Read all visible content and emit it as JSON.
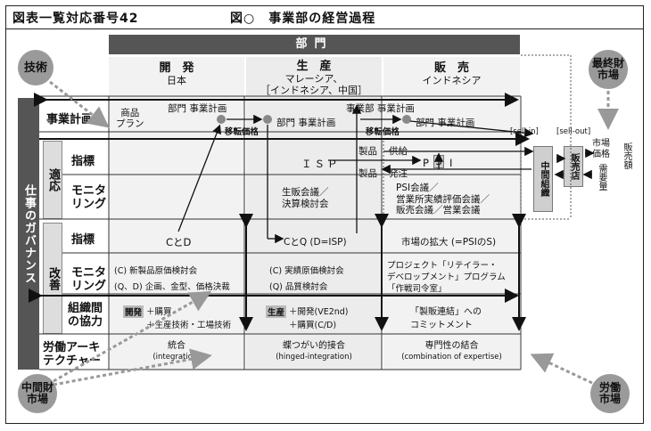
{
  "header": {
    "figure_no": "図表一覧対応番号42",
    "title": "図○　事業部の経営過程"
  },
  "bumon": "部門",
  "columns": [
    {
      "title": "開　発",
      "sub": "日本"
    },
    {
      "title": "生　産",
      "sub": "マレーシア、\n［インドネシア、中国］"
    },
    {
      "title": "販　売",
      "sub": "インドネシア"
    }
  ],
  "circles": {
    "gijutsu": "技術",
    "saishu": "最終財\n市場",
    "chukan": "中間財\n市場",
    "rodo": "労働\n市場"
  },
  "side_main": "仕事のガバナンス",
  "sub_tekio": "適応",
  "sub_kaizen": "改善",
  "rows": {
    "jigyo_keikaku": "事業計画",
    "shohin_plan": "商品\nプラン",
    "shihyo1": "指標",
    "monitoring1": "モニタ\nリング",
    "shihyo2": "指標",
    "monitoring2": "モニタ\nリング",
    "soshikikan": "組織間\nの協力",
    "rodo_arch": "労働アーキ\nテクチャー"
  },
  "plan": {
    "bumon_keikaku1": "部門 事業計画",
    "bumon_keikaku2": "部門 事業計画",
    "bumon_keikaku3": "部門 事業計画",
    "jigyobu_keikaku": "事業部 事業計画",
    "iten1": "移転価格",
    "iten2": "移転価格"
  },
  "adapt": {
    "isp": "ＩＳＰ",
    "seihin1": "製品",
    "kyukyu": "供給",
    "seihin2": "製品",
    "hatchu": "発注",
    "p": "P",
    "s": "S",
    "i": "I",
    "mon_prod": "生販会議／\n決算検討会",
    "mon_sales": "PSI会議／\n営業所実績評価会議／\n販売会議／営業会議"
  },
  "improve": {
    "cd": "CとD",
    "cq": "CとQ (D=ISP)",
    "market": "市場の拡大 (=PSIのS)",
    "mon_dev": "(C) 新製品原価検討会\n(Q、D) 企画、金型、価格決裁",
    "mon_prod": "(C) 実績原価検討会\n(Q) 品質検討会",
    "mon_sales": "プロジェクト「リテイラー・\nデベロップメント」プログラム\n「作戦司令室」",
    "coop_dev_tag": "開発",
    "coop_dev": "＋購買\n＋生産技術・工場技術",
    "coop_prod_tag": "生産",
    "coop_prod": "＋開発(VE2nd)\n＋購買(C/D)",
    "coop_sales": "「製販連結」への\nコミットメント"
  },
  "labor": {
    "dev": "統合",
    "dev_en": "(integration)",
    "prod": "蝶つがい的接合",
    "prod_en": "(hinged-integration)",
    "sales": "専門性の結合",
    "sales_en": "(combination of expertise)"
  },
  "right": {
    "sell_in": "[sell-in]",
    "sell_out": "[sell-out]",
    "chukan_soshiki": "中間組織",
    "hanbaiten": "販売店",
    "market_price": "市場\n価格",
    "demand": "需要量",
    "sales_amount": "販売額"
  }
}
